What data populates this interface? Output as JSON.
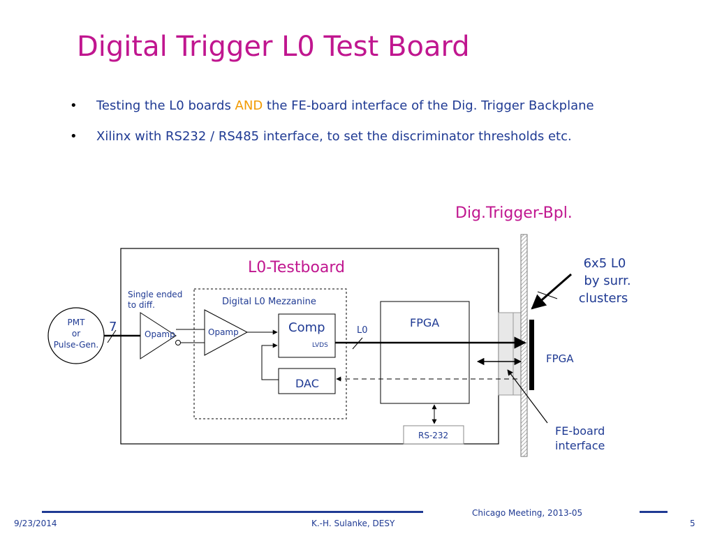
{
  "slide": {
    "title": "Digital Trigger L0 Test Board",
    "bullets": [
      {
        "before": "Testing the L0 boards ",
        "highlight": "AND",
        "after": " the FE-board interface of the Dig. Trigger Backplane"
      },
      {
        "before": "Xilinx with RS232 / RS485 interface, to set the discriminator thresholds etc.",
        "highlight": "",
        "after": ""
      }
    ]
  },
  "diagram": {
    "backplane_label": "Dig.Trigger-Bpl.",
    "testboard_label": "L0-Testboard",
    "single_ended_label": [
      "Single ended",
      "to diff."
    ],
    "mezzanine_label": "Digital L0 Mezzanine",
    "pmt_label": [
      "PMT",
      "or",
      "Pulse-Gen."
    ],
    "bus_width": "7",
    "opamp1_label": "Opamp",
    "opamp2_label": "Opamp",
    "comp_label": "Comp",
    "lvds_label": "LVDS",
    "dac_label": "DAC",
    "l0_label": "L0",
    "fpga_label": "FPGA",
    "rs232_label": "RS-232",
    "clusters_label": [
      "6x5 L0",
      "by surr.",
      "clusters"
    ],
    "fpga_right_label": "FPGA",
    "fe_interface_label": [
      "FE-board",
      "interface"
    ],
    "colors": {
      "title": "#c0168f",
      "blue_text": "#1f3a93",
      "highlight": "#f29a00",
      "dark_text": "#0a2a6e"
    }
  },
  "footer": {
    "date": "9/23/2014",
    "author": "K.-H. Sulanke, DESY",
    "meeting": "Chicago Meeting, 2013-05",
    "page": "5"
  }
}
